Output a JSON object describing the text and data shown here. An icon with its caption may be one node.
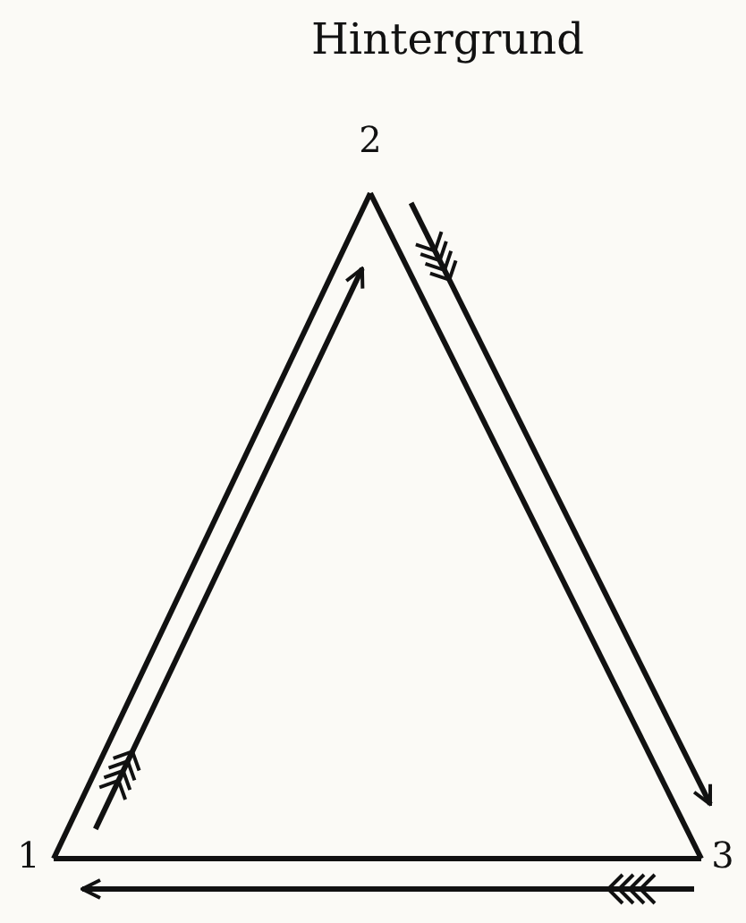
{
  "diagram": {
    "title": "Hintergrund",
    "nodes": [
      {
        "text": [
          "1"
        ]
      },
      {
        "text": [
          "2"
        ]
      },
      {
        "text": [
          "3"
        ]
      }
    ],
    "edges": [
      {
        "from": 0,
        "to": 1,
        "arrow": "none"
      },
      {
        "from": 1,
        "to": 2,
        "arrow": "none"
      },
      {
        "from": 2,
        "to": 0,
        "arrow": "none"
      },
      {
        "from": 0,
        "to": 1,
        "arrow": "to"
      },
      {
        "from": 1,
        "to": 2,
        "arrow": "to"
      },
      {
        "from": 2,
        "to": 0,
        "arrow": "to"
      }
    ]
  }
}
